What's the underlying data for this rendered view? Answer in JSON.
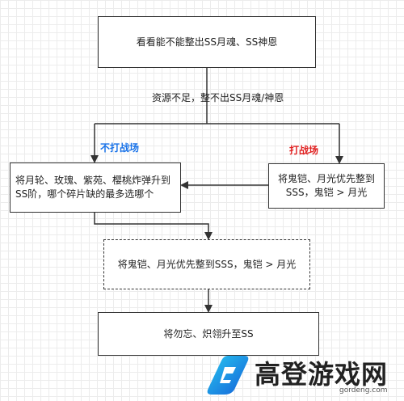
{
  "nodes": {
    "top": "看看能不能整出SS月魂、SS神恩",
    "left": "将月轮、玫瑰、紫苑、樱桃炸弹升到SS阶，哪个碎片缺的最多选哪个",
    "right": "将鬼铠、月光优先整到SSS，鬼铠 > 月光",
    "dashed": "将鬼铠、月光优先整到SSS，鬼铠 > 月光",
    "bottom": "将勿忘、炽翎升至SS"
  },
  "edges": {
    "main_condition": "资源不足，整不出SS月魂/神恩",
    "left_branch": "不打战场",
    "right_branch": "打战场"
  },
  "colors": {
    "left_branch": "#1a73e8",
    "right_branch": "#e02020"
  },
  "watermark": {
    "brand": "高登游戏网",
    "url": "gordeng.com"
  }
}
